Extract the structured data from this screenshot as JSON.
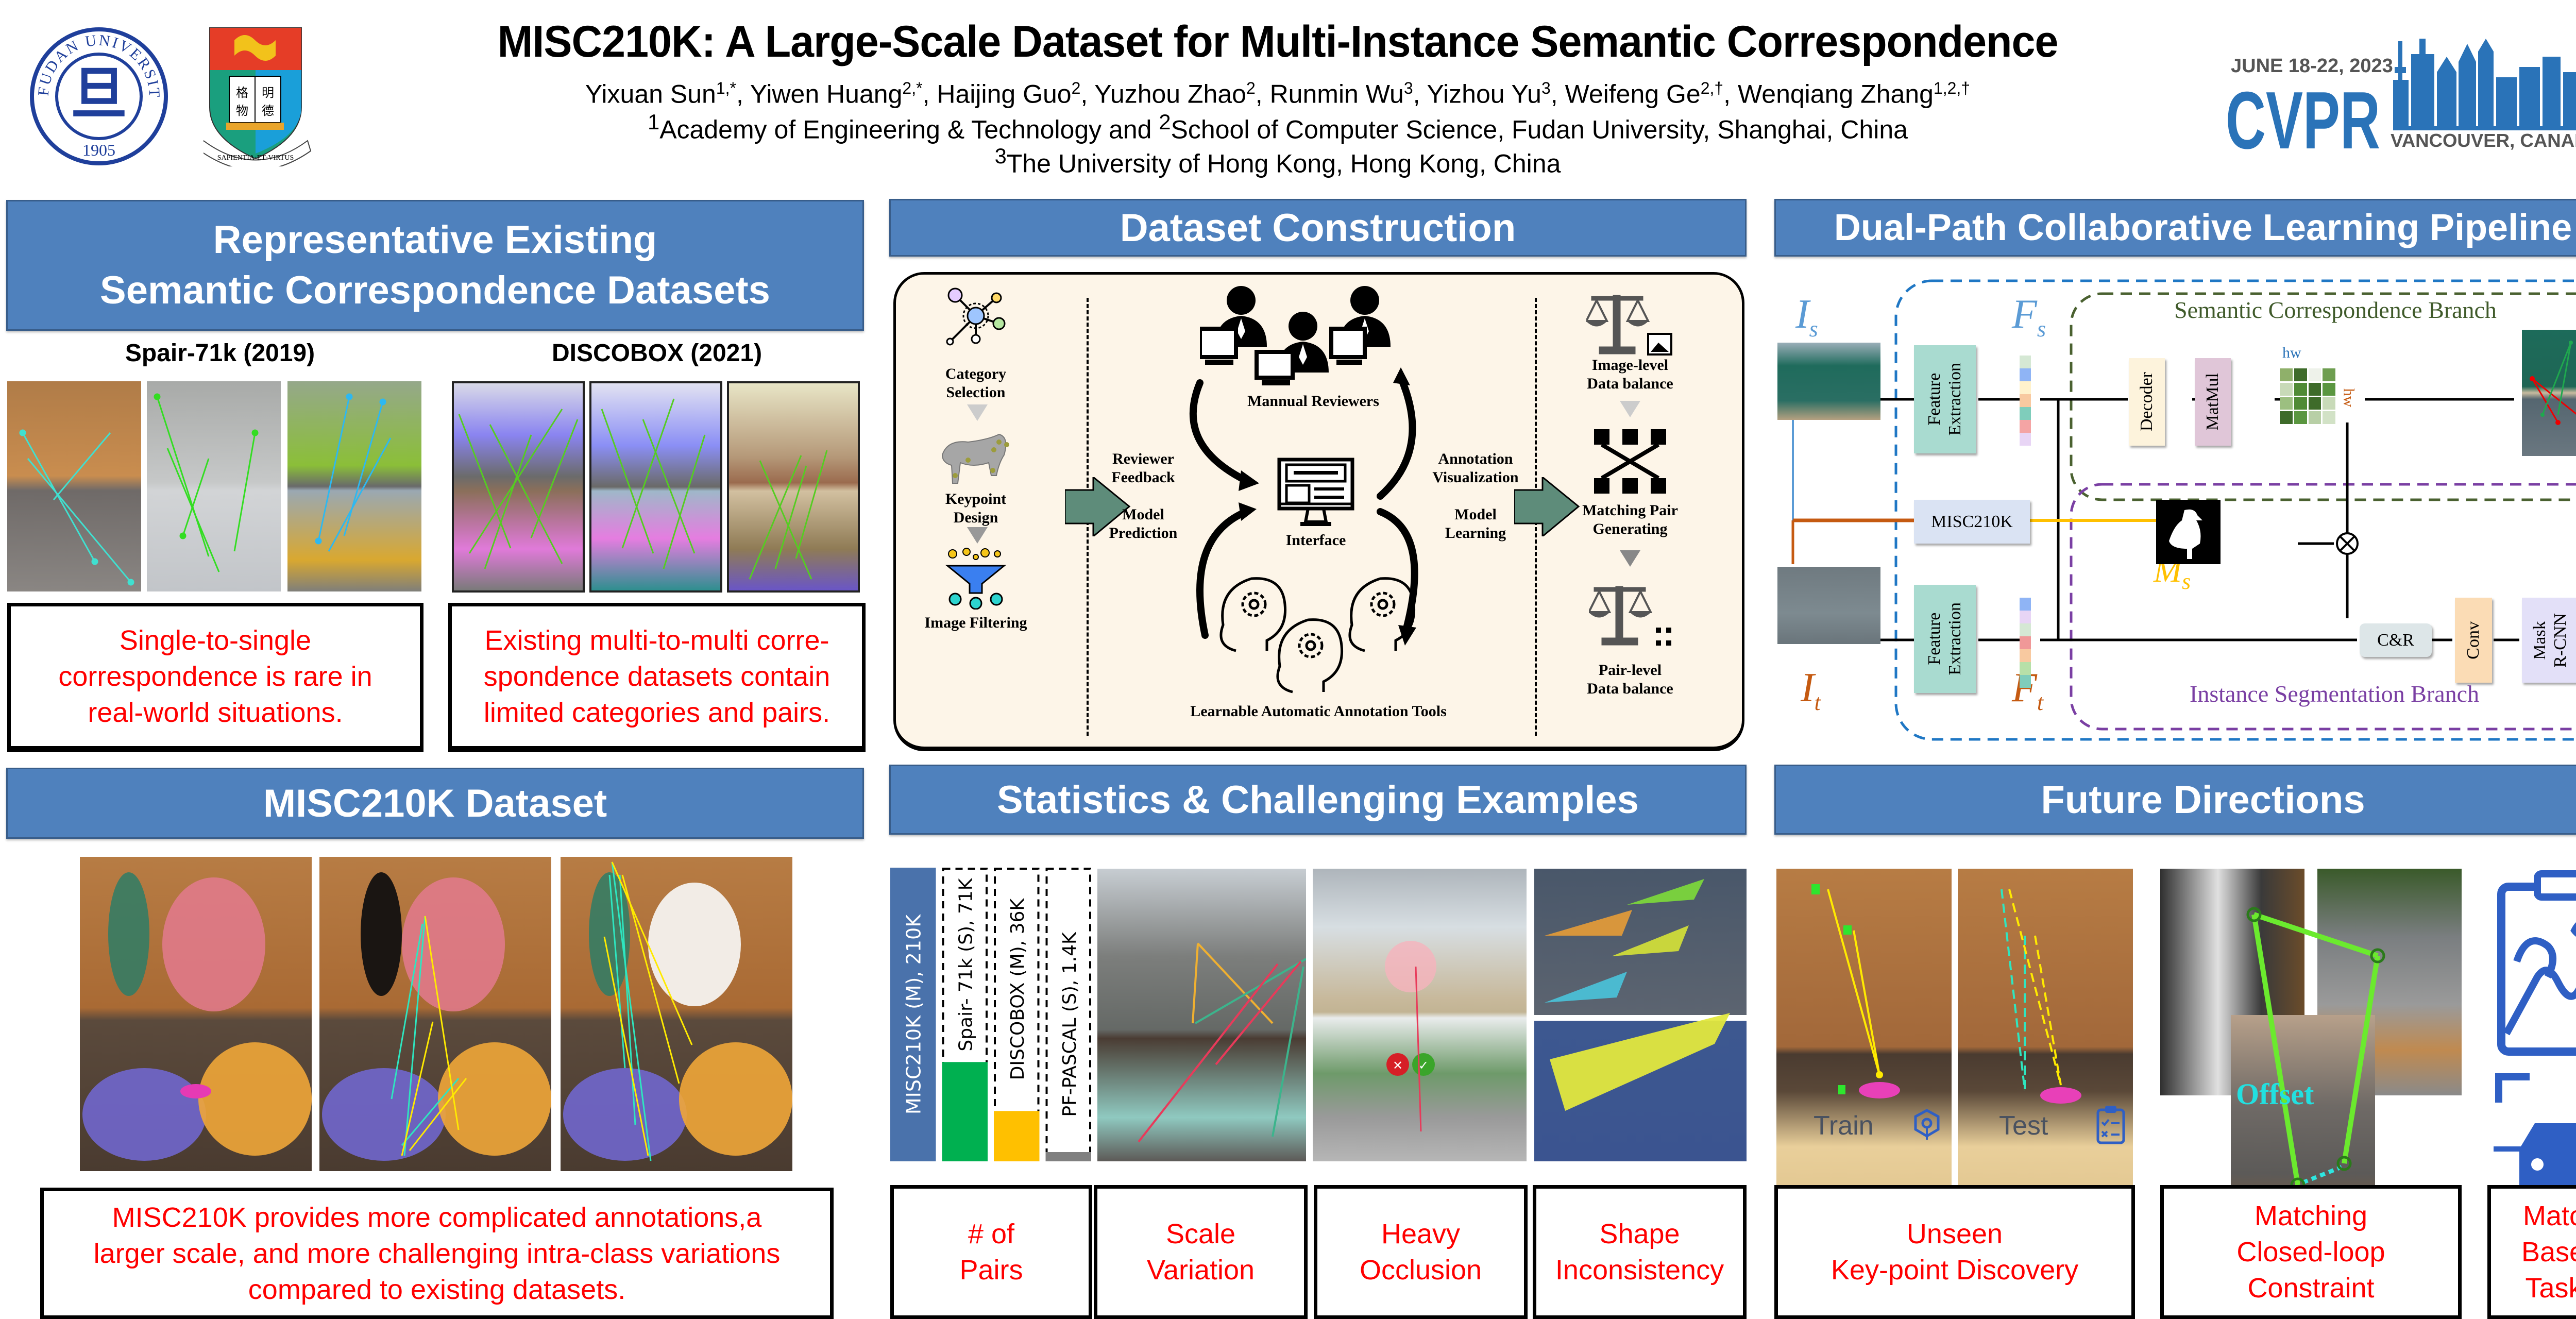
{
  "header": {
    "title": "MISC210K: A Large-Scale Dataset for  Multi-Instance Semantic Correspondence",
    "authors": [
      {
        "name": "Yixuan Sun",
        "sup": "1,*"
      },
      {
        "name": "Yiwen Huang",
        "sup": "2,*"
      },
      {
        "name": "Haijing Guo",
        "sup": "2"
      },
      {
        "name": "Yuzhou Zhao",
        "sup": "2"
      },
      {
        "name": "Runmin Wu",
        "sup": "3"
      },
      {
        "name": "Yizhou Yu",
        "sup": "3"
      },
      {
        "name": "Weifeng Ge",
        "sup": "2,†"
      },
      {
        "name": "Wenqiang Zhang",
        "sup": "1,2,†"
      }
    ],
    "affiliation_line1": {
      "sup1": "1",
      "part1": "Academy of Engineering & Technology and ",
      "sup2": "2",
      "part2": "School of Computer Science, Fudan University, Shanghai, China"
    },
    "affiliation_line2": {
      "sup": "3",
      "text": "The University of Hong Kong, Hong Kong, China"
    },
    "logos": {
      "fudan": {
        "ring_text": "FUDAN UNIVERSITY",
        "year": "1905",
        "color": "#1f3f9b"
      },
      "hku": {
        "motto": "SAPIENTIA·ET·VIRTUS"
      },
      "cvpr": {
        "dates": "JUNE 18-22, 2023",
        "name": "CVPR",
        "location": "VANCOUVER, CANADA",
        "color": "#2a73b8"
      }
    }
  },
  "sections": {
    "existing": {
      "title_line1": "Representative Existing",
      "title_line2": "Semantic Correspondence Datasets",
      "datasets": [
        {
          "label": "Spair-71k (2019)",
          "images": [
            "cat pair",
            "airplane pair",
            "bus pair"
          ]
        },
        {
          "label": "DISCOBOX (2021)",
          "images": [
            "bus scene pair",
            "boat scene pair",
            "room scene pair"
          ]
        }
      ],
      "notes": [
        [
          "Single-to-single",
          "correspondence is rare in",
          "real-world situations."
        ],
        [
          "Existing multi-to-multi corre-",
          "spondence datasets contain",
          "limited categories and pairs."
        ]
      ]
    },
    "construction": {
      "title": "Dataset Construction",
      "left_steps": [
        "Category Selection",
        "Keypoint Design",
        "Image Filtering"
      ],
      "center": {
        "reviewers": "Mannual Reviewers",
        "interface": "Interface",
        "tools": "Learnable Automatic Annotation Tools",
        "arrows": {
          "reviewer_feedback": [
            "Reviewer",
            "Feedback"
          ],
          "annotation_visualization": [
            "Annotation",
            "Visualization"
          ],
          "model_prediction": [
            "Model",
            "Prediction"
          ],
          "model_learning": [
            "Model",
            "Learning"
          ]
        }
      },
      "right_steps": [
        [
          "Image-level",
          "Data balance"
        ],
        [
          "Matching Pair",
          "Generating"
        ],
        [
          "Pair-level",
          "Data balance"
        ]
      ],
      "accent": "#5e8c7a"
    },
    "pipeline": {
      "title": "Dual-Path Collaborative Learning Pipeline",
      "labels": {
        "Is": {
          "base": "I",
          "sub": "s",
          "color": "#5b9bd5"
        },
        "It": {
          "base": "I",
          "sub": "t",
          "color": "#c55a11"
        },
        "Fs": {
          "base": "F",
          "sub": "s",
          "color": "#5b9bd5"
        },
        "Ft": {
          "base": "F",
          "sub": "t",
          "color": "#c55a11"
        },
        "Ms": {
          "base": "M",
          "sub": "s",
          "color": "#ffc000"
        }
      },
      "semantic_branch": "Semantic Correspondence Branch",
      "instance_branch": "Instance Segmentation Branch",
      "blocks": {
        "feature_extraction": [
          "Feature",
          "Extraction"
        ],
        "decoder": "Decoder",
        "matmul": "MatMul",
        "dataset": "MISC210K",
        "cr": "C&R",
        "conv": "Conv",
        "mask_rcnn": [
          "Mask",
          "R-CNN"
        ]
      },
      "hw_top": "hw",
      "hw_side": "hw",
      "fs_colors": [
        "#d5e8d4",
        "#8fb4f5",
        "#fff2cc",
        "#f8c9a0",
        "#7fcdbb",
        "#f4a4a4",
        "#e8d5f5"
      ],
      "ft_colors": [
        "#8fb4f5",
        "#e8d5f5",
        "#d5e8d4",
        "#f09898",
        "#f8c9a0",
        "#b7e0a8",
        "#7fcdbb"
      ],
      "matrix": [
        [
          "#8fb06a",
          "#3e6b2a",
          "#eef2ea",
          "#6e9e50"
        ],
        [
          "#c8dab8",
          "#4f8a35",
          "#3e6b2a",
          "#5a9640"
        ],
        [
          "#9cbf80",
          "#4f8a35",
          "#3e6b2a",
          "#c8dab8"
        ],
        [
          "#3e6b2a",
          "#5a9640",
          "#b8cfa6",
          "#d2e2c6"
        ]
      ]
    },
    "misc210k": {
      "title": "MISC210K Dataset",
      "note": [
        "MISC210K provides more complicated annotations,a",
        "larger scale, and more challenging intra-class variations",
        "compared to existing datasets."
      ]
    },
    "statistics": {
      "title": "Statistics & Challenging Examples",
      "chart_data": {
        "type": "bar",
        "title": "# of Pairs",
        "categories": [
          "MISC210K (M)",
          "Spair-71k (S)",
          "DISCOBOX (M)",
          "PF-PASCAL (S)"
        ],
        "values": [
          210,
          71,
          36,
          1.4
        ],
        "unit": "K pairs",
        "labels": [
          "MISC210K (M), 210K",
          "Spair- 71k (S), 71K",
          "DISCOBOX (M), 36K",
          "PF-PASCAL (S), 1.4K"
        ],
        "colors": [
          "#4a72ab",
          "#00b050",
          "#ffc000",
          "#808080"
        ],
        "orientation": "vertical bars with rotated labels",
        "ylim": [
          0,
          210
        ]
      },
      "boxes": [
        [
          "# of",
          "Pairs"
        ],
        [
          "Scale",
          "Variation"
        ],
        [
          "Heavy",
          "Occlusion"
        ],
        [
          "Shape",
          "Inconsistency"
        ]
      ]
    },
    "future": {
      "title": "Future Directions",
      "train_label": "Train",
      "test_label": "Test",
      "offset_label": "Offset",
      "boxes": [
        [
          "Unseen",
          "Key-point Discovery"
        ],
        [
          "Matching",
          "Closed-loop",
          "Constraint"
        ],
        [
          "Match",
          "Based",
          "Tasks"
        ]
      ],
      "icon_color": "#2f5fc4"
    }
  }
}
